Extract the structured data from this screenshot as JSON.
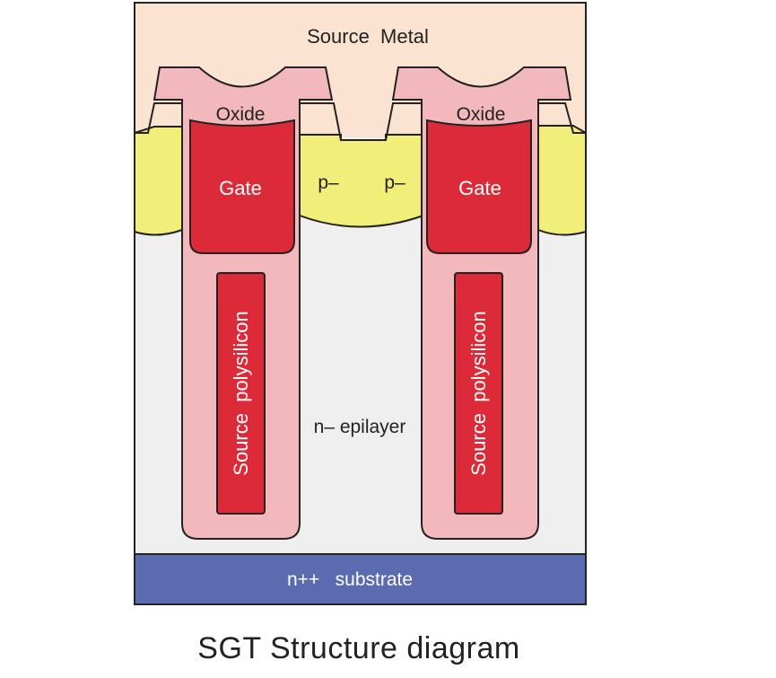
{
  "labels": {
    "source_metal": "Source  Metal",
    "oxide": "Oxide",
    "gate": "Gate",
    "p_minus": "p–",
    "source_polysilicon": "Source  polysilicon",
    "epilayer": "n– epilayer",
    "substrate": "n++   substrate"
  },
  "caption": "SGT Structure diagram",
  "colors": {
    "source_metal": "#fbe3d2",
    "oxide": "#f3b8bc",
    "gate": "#dc2a38",
    "p_region": "#f2ee7a",
    "epilayer": "#efefef",
    "substrate": "#5a6bb0",
    "outline": "#222222"
  }
}
